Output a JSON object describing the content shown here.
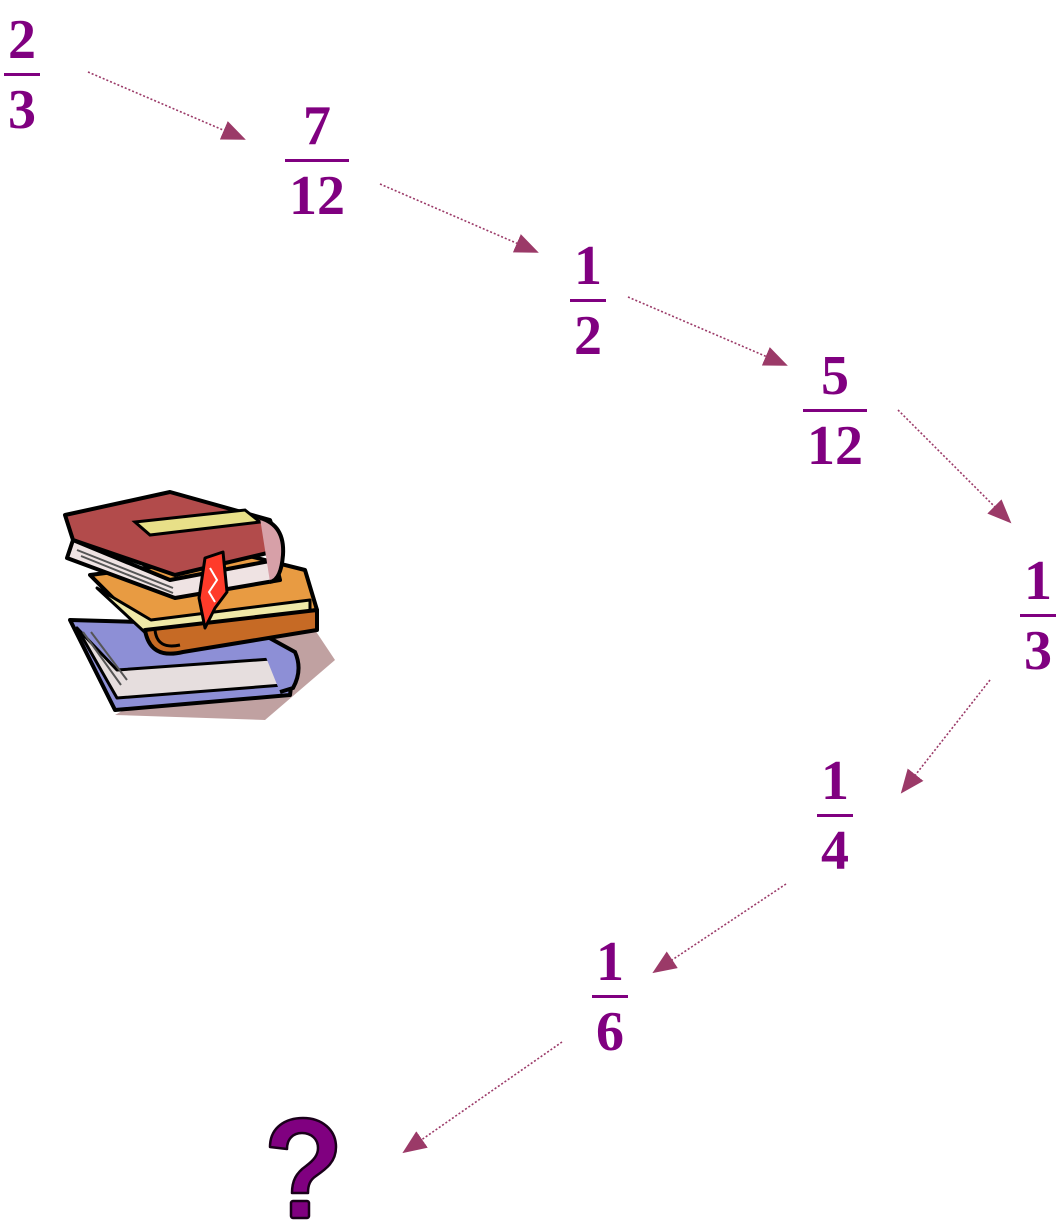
{
  "sequence": {
    "terms": [
      {
        "numerator": "2",
        "denominator": "3"
      },
      {
        "numerator": "7",
        "denominator": "12"
      },
      {
        "numerator": "1",
        "denominator": "2"
      },
      {
        "numerator": "5",
        "denominator": "12"
      },
      {
        "numerator": "1",
        "denominator": "3"
      },
      {
        "numerator": "1",
        "denominator": "4"
      },
      {
        "numerator": "1",
        "denominator": "6"
      }
    ],
    "unknown": "?"
  },
  "colors": {
    "text": "#800080",
    "arrow": "#9b3a68",
    "question_fill": "#800080"
  },
  "illustration": {
    "icon": "books-stack-icon"
  }
}
